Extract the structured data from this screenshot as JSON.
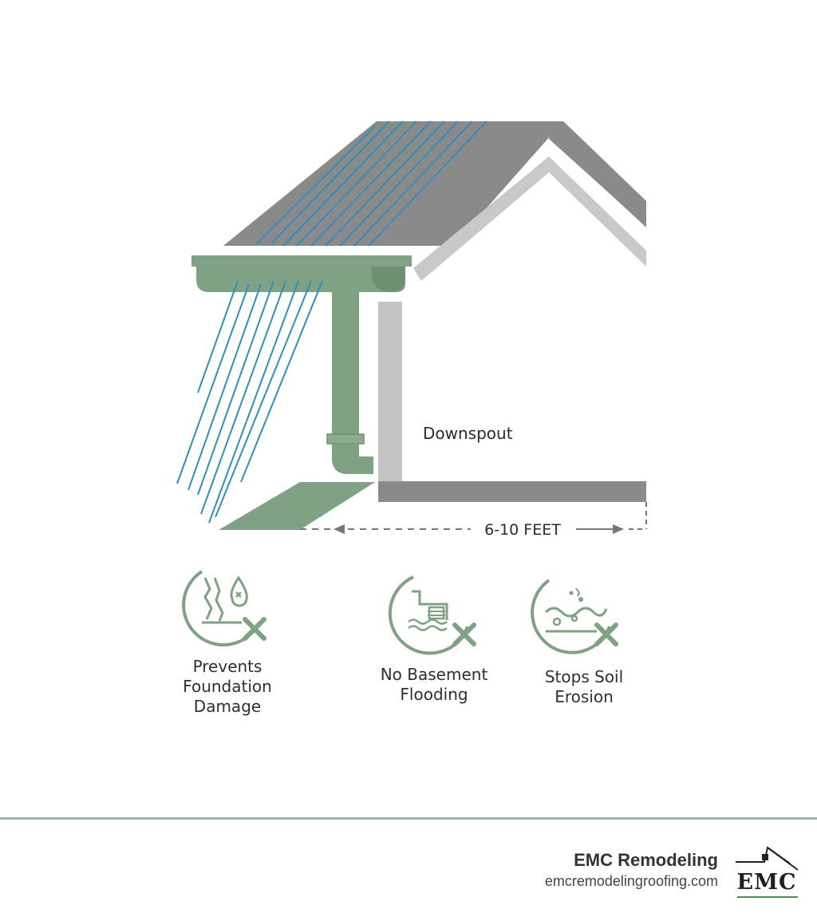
{
  "diagram": {
    "downspout_label": "Downspout",
    "distance_label": "6-10 FEET"
  },
  "benefits": [
    {
      "lines": [
        "Prevents",
        "Foundation",
        "Damage"
      ],
      "icon": "foundation-crack-icon"
    },
    {
      "lines": [
        "No Basement",
        "Flooding"
      ],
      "icon": "basement-flood-icon"
    },
    {
      "lines": [
        "Stops Soil",
        "Erosion"
      ],
      "icon": "soil-erosion-icon"
    }
  ],
  "brand": {
    "name": "EMC Remodeling",
    "url": "emcremodelingroofing.com",
    "logo_text": "EMC"
  },
  "colors": {
    "roof": "#8a8a8a",
    "gutter_green": "#7fa184",
    "rain_blue": "#2f8fb8",
    "wall_gray": "#c4c4c4",
    "footer_rule": "#9cb69f"
  }
}
